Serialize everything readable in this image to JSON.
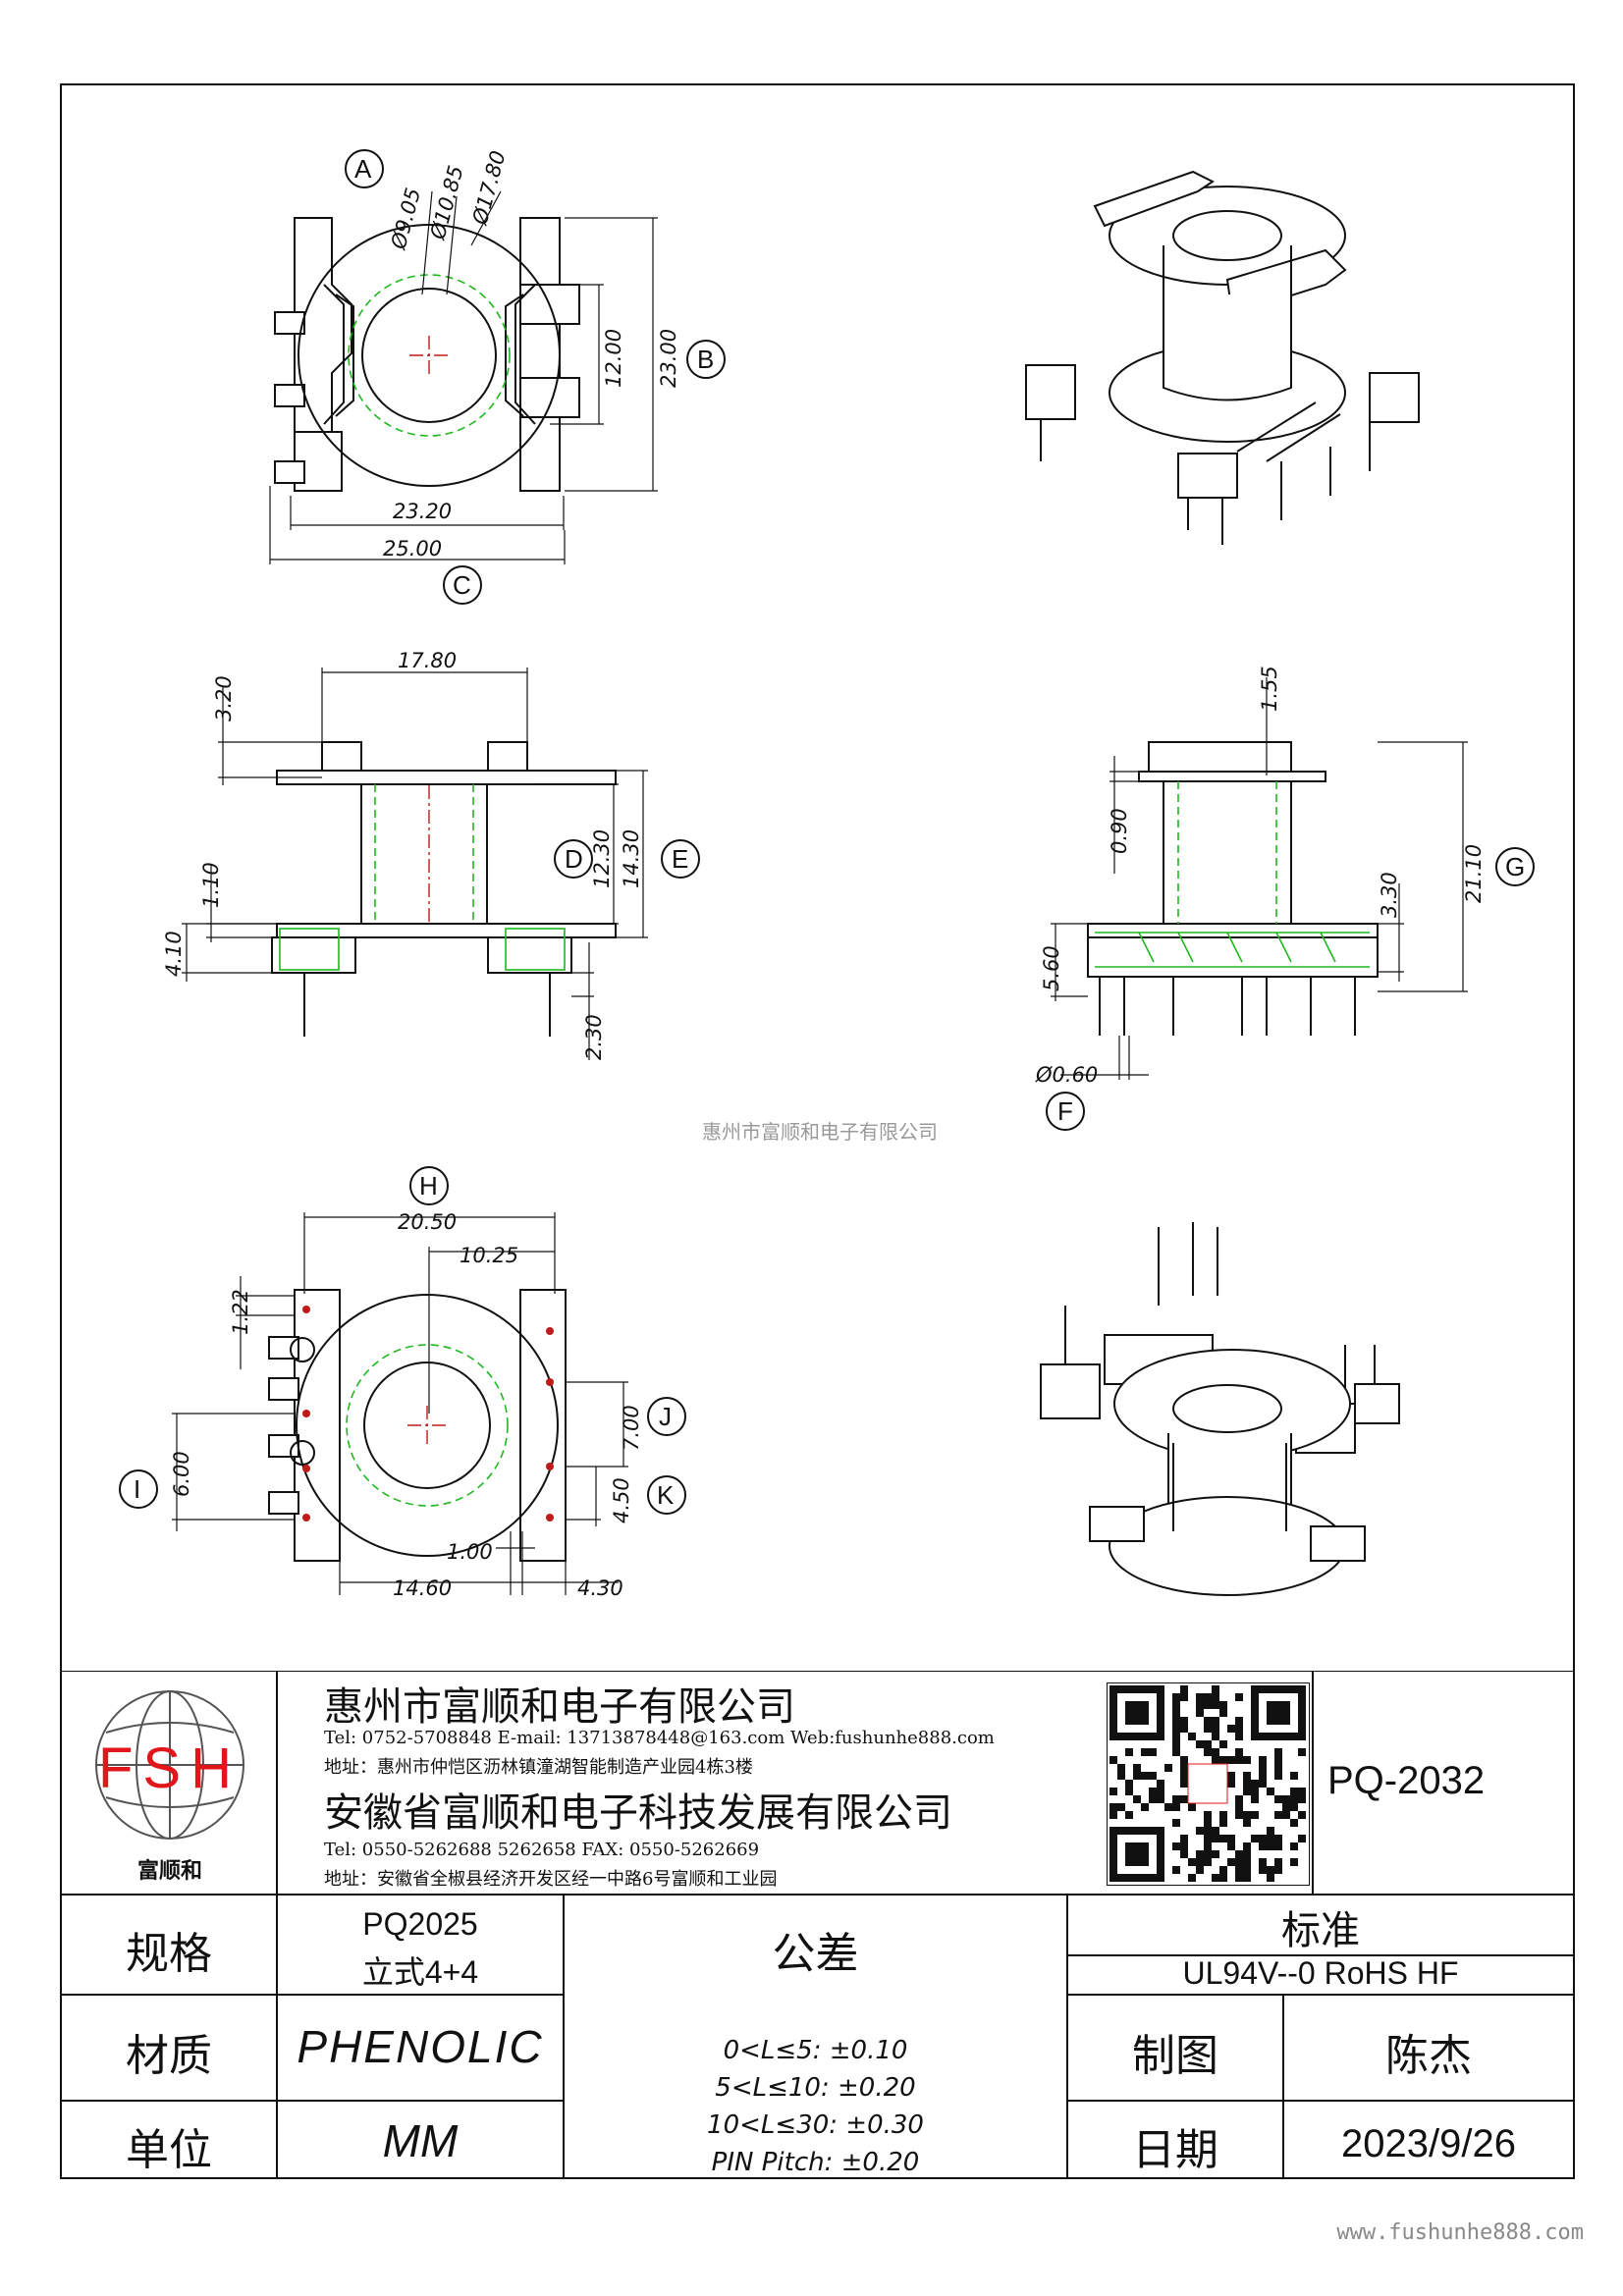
{
  "watermark_center": "惠州市富顺和电子有限公司",
  "watermark_bottom": "www.fushunhe888.com",
  "views": {
    "top": {
      "labels": {
        "A": "A",
        "B": "B",
        "C": "C"
      },
      "dims": {
        "d1": "Ø9.05",
        "d2": "Ø10.85",
        "d3": "Ø17.80",
        "h1": "12.00",
        "h2": "23.00",
        "w1": "23.20",
        "w2": "25.00"
      }
    },
    "side1": {
      "labels": {
        "D": "D",
        "E": "E"
      },
      "dims": {
        "w": "17.80",
        "t": "3.20",
        "h1": "12.30",
        "h2": "14.30",
        "b1": "1.10",
        "b2": "4.10",
        "p": "2.30"
      }
    },
    "side2": {
      "labels": {
        "F": "F",
        "G": "G"
      },
      "dims": {
        "t": "1.55",
        "a": "0.90",
        "h": "21.10",
        "c": "3.30",
        "b": "5.60",
        "pin": "Ø0.60"
      }
    },
    "bottom": {
      "labels": {
        "H": "H",
        "I": "I",
        "J": "J",
        "K": "K"
      },
      "dims": {
        "w1": "20.50",
        "w2": "10.25",
        "t": "1.22",
        "s1": "7.00",
        "s2": "4.50",
        "i": "6.00",
        "g": "1.00",
        "b1": "14.60",
        "b2": "4.30"
      }
    }
  },
  "logo": {
    "letters": "FSH",
    "caption": "富顺和"
  },
  "company1": {
    "name": "惠州市富顺和电子有限公司",
    "contact": "Tel: 0752-5708848  E-mail: 13713878448@163.com  Web:fushunhe888.com",
    "address": "地址：惠州市仲恺区沥林镇潼湖智能制造产业园4栋3楼"
  },
  "company2": {
    "name": "安徽省富顺和电子科技发展有限公司",
    "contact": "Tel:   0550-5262688  5262658        FAX: 0550-5262669",
    "address": "地址：安徽省全椒县经济开发区经一中路6号富顺和工业园"
  },
  "part_number": "PQ-2032",
  "table": {
    "spec_label": "规格",
    "spec_value1": "PQ2025",
    "spec_value2": "立式4+4",
    "tolerance_label": "公差",
    "tolerances": [
      "0<L≤5: ±0.10",
      "5<L≤10: ±0.20",
      "10<L≤30: ±0.30",
      "PIN Pitch: ±0.20"
    ],
    "standard_label": "标准",
    "standard_value": "UL94V--0  RoHS HF",
    "material_label": "材质",
    "material_value": "PHENOLIC",
    "drawn_label": "制图",
    "drawn_value": "陈杰",
    "unit_label": "单位",
    "unit_value": "MM",
    "date_label": "日期",
    "date_value": "2023/9/26"
  },
  "colors": {
    "green": "#1eb81e",
    "red": "#c01a1a",
    "logo_red": "#e0161b"
  }
}
